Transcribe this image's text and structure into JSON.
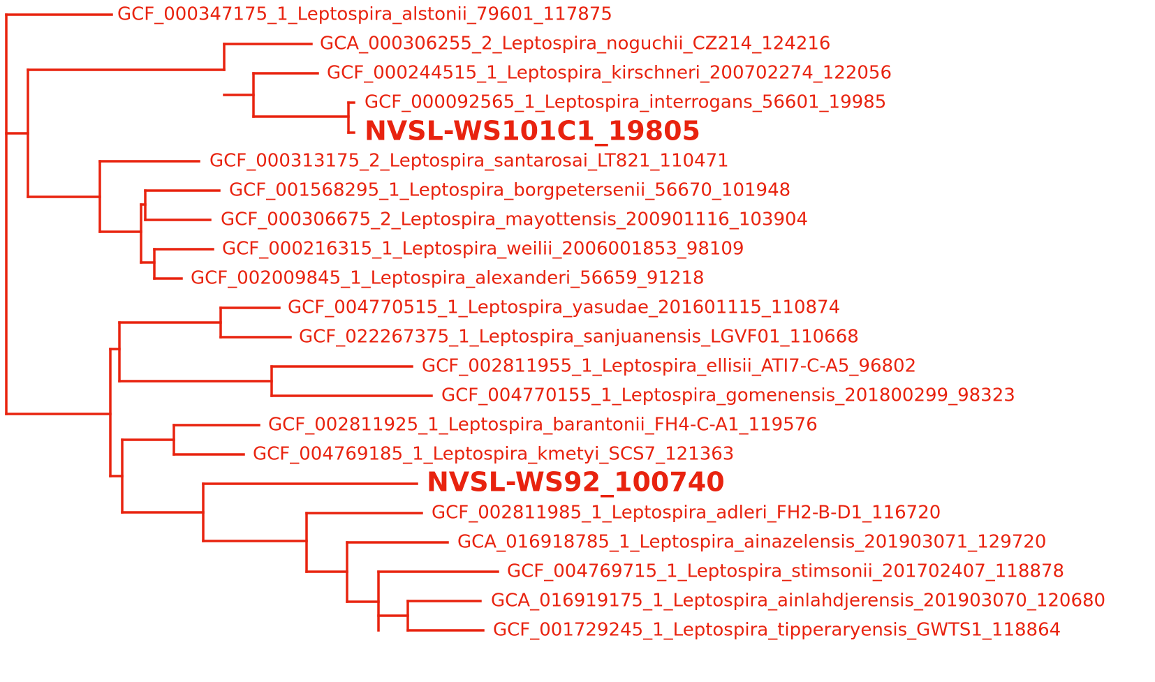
{
  "tree": {
    "line_color": "#e8230f",
    "text_color": "#e8230f",
    "leaves": [
      {
        "label": "GCF_000347175_1_Leptospira_alstonii_79601_117875"
      },
      {
        "label": "GCA_000306255_2_Leptospira_noguchii_CZ214_124216"
      },
      {
        "label": "GCF_000244515_1_Leptospira_kirschneri_200702274_122056"
      },
      {
        "label": "GCF_000092565_1_Leptospira_interrogans_56601_19985"
      },
      {
        "label": "NVSL-WS101C1_19805",
        "highlight": true
      },
      {
        "label": "GCF_000313175_2_Leptospira_santarosai_LT821_110471"
      },
      {
        "label": "GCF_001568295_1_Leptospira_borgpetersenii_56670_101948"
      },
      {
        "label": "GCF_000306675_2_Leptospira_mayottensis_200901116_103904"
      },
      {
        "label": "GCF_000216315_1_Leptospira_weilii_2006001853_98109"
      },
      {
        "label": "GCF_002009845_1_Leptospira_alexanderi_56659_91218"
      },
      {
        "label": "GCF_004770515_1_Leptospira_yasudae_201601115_110874"
      },
      {
        "label": "GCF_022267375_1_Leptospira_sanjuanensis_LGVF01_110668"
      },
      {
        "label": "GCF_002811955_1_Leptospira_ellisii_ATI7-C-A5_96802"
      },
      {
        "label": "GCF_004770155_1_Leptospira_gomenensis_201800299_98323"
      },
      {
        "label": "GCF_002811925_1_Leptospira_barantonii_FH4-C-A1_119576"
      },
      {
        "label": "GCF_004769185_1_Leptospira_kmetyi_SCS7_121363"
      },
      {
        "label": "NVSL-WS92_100740",
        "highlight": true
      },
      {
        "label": "GCF_002811985_1_Leptospira_adleri_FH2-B-D1_116720"
      },
      {
        "label": "GCA_016918785_1_Leptospira_ainazelensis_201903071_129720"
      },
      {
        "label": "GCF_004769715_1_Leptospira_stimsonii_201702407_118878"
      },
      {
        "label": "GCA_016919175_1_Leptospira_ainlahdjerensis_201903070_120680"
      },
      {
        "label": "GCF_001729245_1_Leptospira_tipperaryensis_GWTS1_118864"
      }
    ]
  }
}
